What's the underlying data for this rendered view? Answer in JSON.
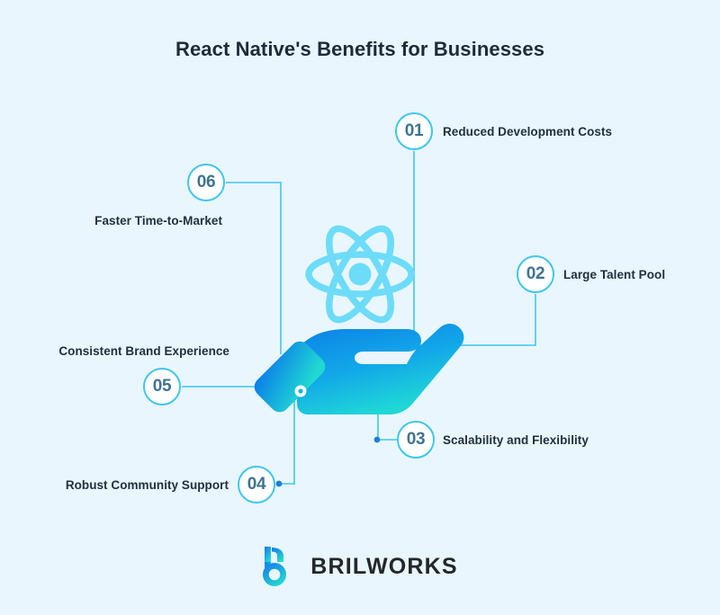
{
  "page": {
    "title": "React Native's Benefits for Businesses",
    "background_color": "#e9f6fd",
    "accent_color": "#3ec6f0",
    "badge_number_color": "#3e7492",
    "label_color": "#20303e"
  },
  "center_illustration": {
    "react_logo": {
      "icon": "react-atom-icon",
      "color": "#6ddcf9"
    },
    "hand": {
      "icon": "open-hand-icon",
      "gradient_from": "#0b84e8",
      "gradient_to": "#1fd8d8"
    }
  },
  "benefits": [
    {
      "number": "01",
      "label": "Reduced Development Costs"
    },
    {
      "number": "02",
      "label": "Large Talent Pool"
    },
    {
      "number": "03",
      "label": "Scalability and Flexibility"
    },
    {
      "number": "04",
      "label": "Robust Community Support"
    },
    {
      "number": "05",
      "label": "Consistent Brand Experience"
    },
    {
      "number": "06",
      "label": "Faster Time-to-Market"
    }
  ],
  "footer": {
    "brand_name": "BRILWORKS",
    "logo_icon": "brilworks-b-logo",
    "logo_gradient_from": "#1479ea",
    "logo_gradient_to": "#23e0d2"
  }
}
